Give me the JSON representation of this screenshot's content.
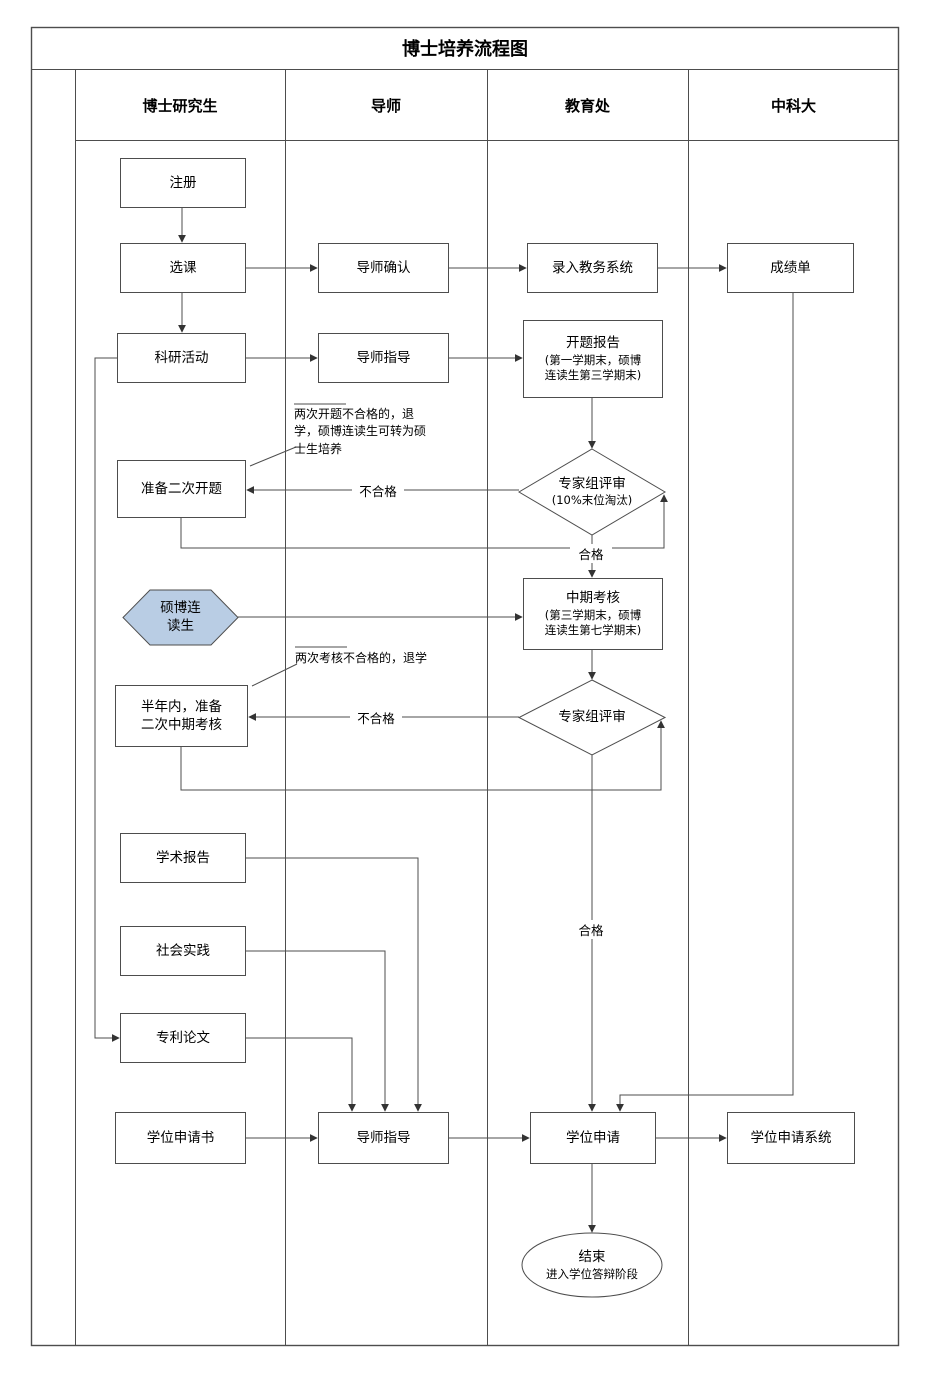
{
  "title": "博士培养流程图",
  "lanes": [
    "博士研究生",
    "导师",
    "教育处",
    "中科大"
  ],
  "nodes": {
    "register": "注册",
    "course_selection": "选课",
    "supervisor_confirm": "导师确认",
    "enter_academic_system": "录入教务系统",
    "transcript": "成绩单",
    "research_activity": "科研活动",
    "supervisor_guidance_1": "导师指导",
    "opening_report": {
      "title": "开题报告",
      "sub": "(第一学期末，硕博\n连读生第三学期末)"
    },
    "prepare_second_opening": "准备二次开题",
    "expert_review_1": {
      "title": "专家组评审",
      "sub": "(10%末位淘汰)"
    },
    "master_phd_student": "硕博连\n读生",
    "midterm_assessment": {
      "title": "中期考核",
      "sub": "(第三学期末，硕博\n连读生第七学期末)"
    },
    "prepare_second_midterm": "半年内，准备\n二次中期考核",
    "expert_review_2": {
      "title": "专家组评审"
    },
    "academic_report": "学术报告",
    "social_practice": "社会实践",
    "patent_paper": "专利论文",
    "degree_application_form": "学位申请书",
    "supervisor_guidance_2": "导师指导",
    "degree_application": "学位申请",
    "degree_application_system": "学位申请系统",
    "end": {
      "title": "结束",
      "sub": "进入学位答辩阶段"
    }
  },
  "edge_labels": {
    "fail_1": "不合格",
    "pass_1": "合格",
    "fail_2": "不合格",
    "pass_2": "合格"
  },
  "notes": {
    "opening_fail_note": "两次开题不合格的，退\n学，硕博连读生可转为硕\n士生培养",
    "midterm_fail_note": "两次考核不合格的，退学"
  },
  "colors": {
    "line": "#4d4d4d",
    "hexagon_fill": "#b9cde4"
  }
}
